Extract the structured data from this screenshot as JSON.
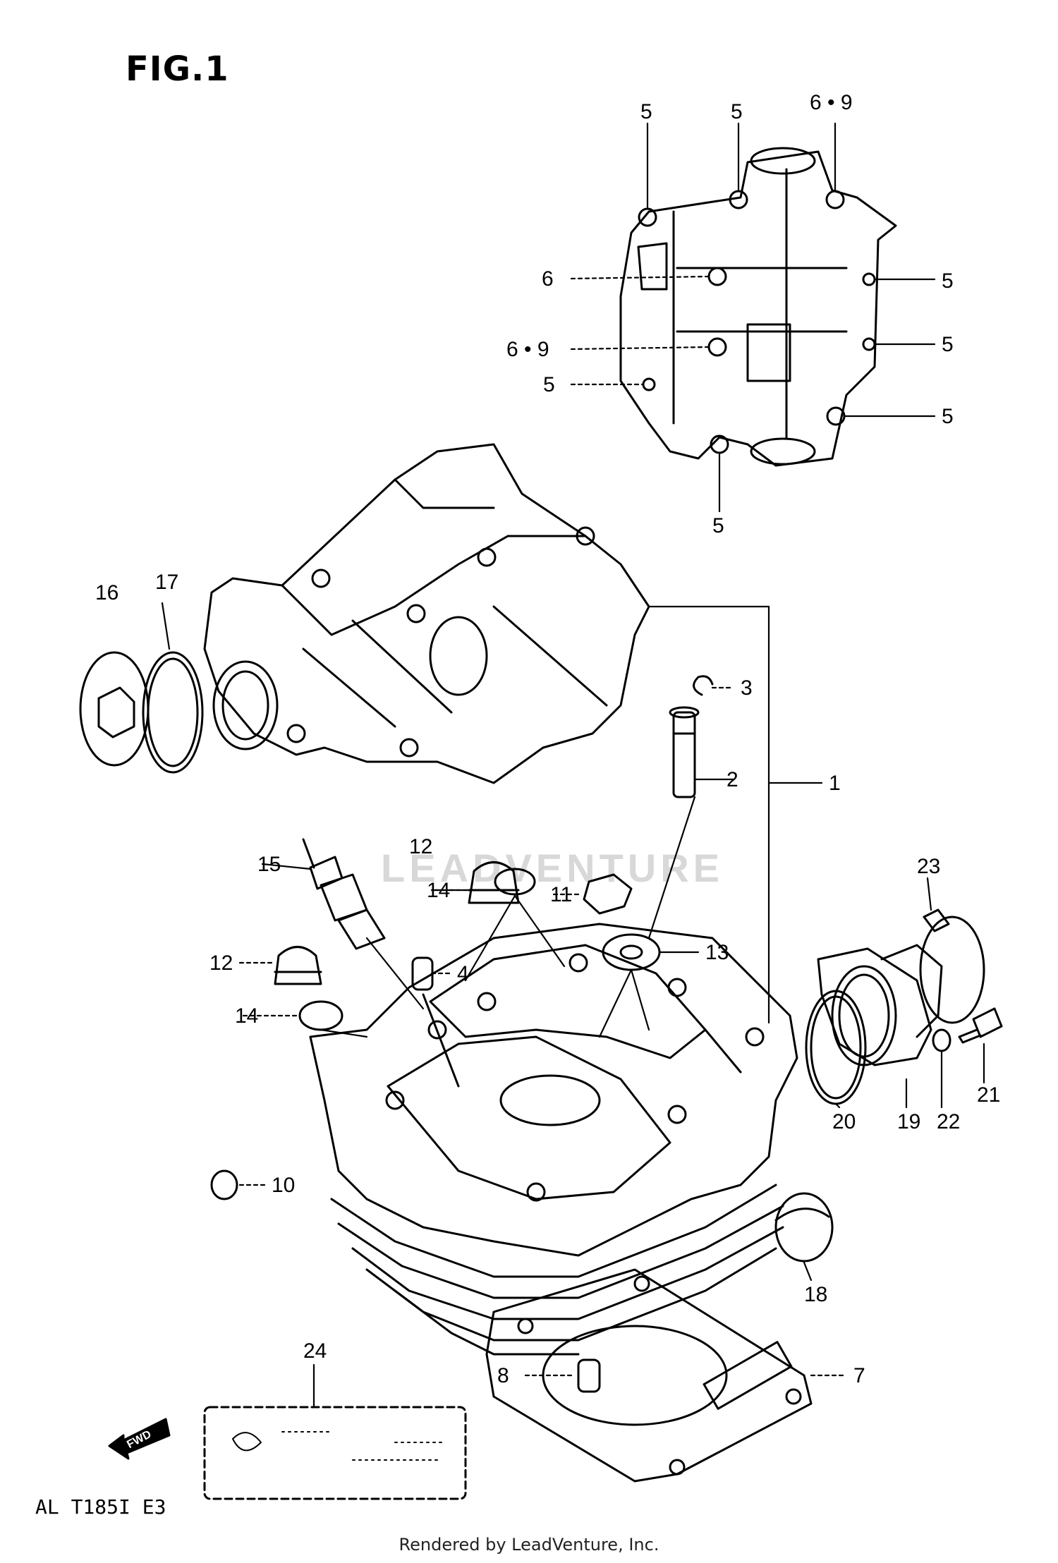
{
  "figure": {
    "title": "FIG.1",
    "diagram_code": "AL T185I E3",
    "footer": "Rendered by LeadVenture, Inc.",
    "watermark": "LEADVENTURE",
    "fwd_arrow_label": "FWD"
  },
  "callouts": [
    {
      "id": "c-top-5a",
      "label": "5"
    },
    {
      "id": "c-top-5b",
      "label": "5"
    },
    {
      "id": "c-top-69",
      "label": "6 • 9"
    },
    {
      "id": "c-left-6",
      "label": "6"
    },
    {
      "id": "c-left-69",
      "label": "6 • 9"
    },
    {
      "id": "c-left-5",
      "label": "5"
    },
    {
      "id": "c-right-5a",
      "label": "5"
    },
    {
      "id": "c-right-5b",
      "label": "5"
    },
    {
      "id": "c-right-5c",
      "label": "5"
    },
    {
      "id": "c-bottom-5",
      "label": "5"
    },
    {
      "id": "c-16",
      "label": "16"
    },
    {
      "id": "c-17",
      "label": "17"
    },
    {
      "id": "c-3",
      "label": "3"
    },
    {
      "id": "c-2",
      "label": "2"
    },
    {
      "id": "c-1",
      "label": "1"
    },
    {
      "id": "c-12a",
      "label": "12"
    },
    {
      "id": "c-15",
      "label": "15"
    },
    {
      "id": "c-14a",
      "label": "14"
    },
    {
      "id": "c-11",
      "label": "11"
    },
    {
      "id": "c-13",
      "label": "13"
    },
    {
      "id": "c-12b",
      "label": "12"
    },
    {
      "id": "c-4",
      "label": "4"
    },
    {
      "id": "c-14b",
      "label": "14"
    },
    {
      "id": "c-23",
      "label": "23"
    },
    {
      "id": "c-20",
      "label": "20"
    },
    {
      "id": "c-19",
      "label": "19"
    },
    {
      "id": "c-22",
      "label": "22"
    },
    {
      "id": "c-21",
      "label": "21"
    },
    {
      "id": "c-10",
      "label": "10"
    },
    {
      "id": "c-18",
      "label": "18"
    },
    {
      "id": "c-24",
      "label": "24"
    },
    {
      "id": "c-7",
      "label": "7"
    },
    {
      "id": "c-8",
      "label": "8"
    }
  ]
}
